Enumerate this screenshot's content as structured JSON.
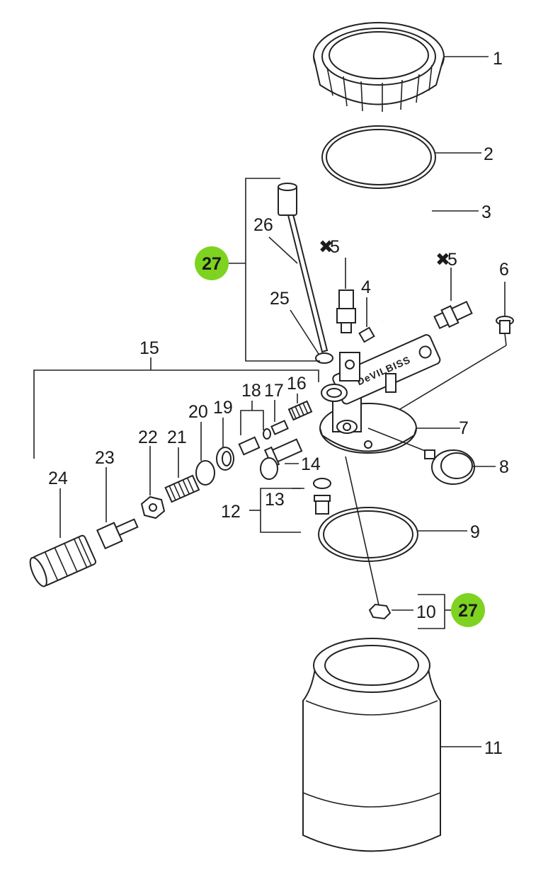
{
  "diagram": {
    "labels": {
      "p1": "1",
      "p2": "2",
      "p3": "3",
      "p4": "4",
      "p5a": "5",
      "p5b": "5",
      "p6": "6",
      "p7": "7",
      "p8": "8",
      "p9": "9",
      "p10": "10",
      "p11": "11",
      "p12": "12",
      "p13": "13",
      "p14": "14",
      "p15": "15",
      "p16": "16",
      "p17": "17",
      "p18": "18",
      "p19": "19",
      "p20": "20",
      "p21": "21",
      "p22": "22",
      "p23": "23",
      "p24": "24",
      "p25": "25",
      "p26": "26"
    },
    "kit_badges": [
      "27",
      "27"
    ],
    "markers": {
      "x_mark": "✖"
    },
    "brand_text": "DeVILBISS",
    "colors": {
      "badge": "#7ed321",
      "line": "#222222"
    }
  }
}
